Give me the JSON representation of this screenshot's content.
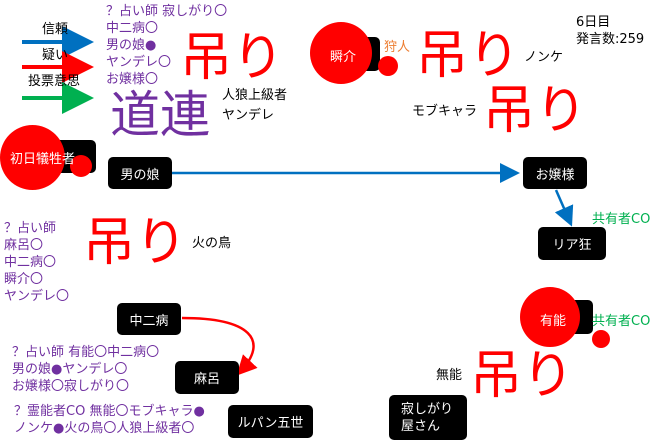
{
  "legend": {
    "trust": "信頼",
    "doubt": "疑い",
    "vote": "投票意思"
  },
  "status": {
    "day": "6日目",
    "posts": "発言数:259"
  },
  "colors": {
    "trust": "#0070c0",
    "doubt": "#ff0000",
    "vote": "#00b050",
    "purple": "#7030a0"
  },
  "nodes": {
    "first_victim": "初日犠牲者",
    "shunsuke": "瞬介",
    "otokonoko": "男の娘",
    "ojousama": "お嬢様",
    "riakyou": "リア狂",
    "chuunibyou": "中二病",
    "maro": "麻呂",
    "yuunou": "有能",
    "lupin": "ルパン五世",
    "sabishigari": "寂しがり\n屋さん"
  },
  "hidden_names": {
    "jinrou": "人狼上級者",
    "yandere": "ヤンデレ",
    "nonke": "ノンケ",
    "mob": "モブキャラ",
    "hinotori": "火の鳥",
    "munou": "無能"
  },
  "role_labels": {
    "hunter": "狩人",
    "shared1": "共有者CO",
    "shared2": "共有者CO"
  },
  "overlays": {
    "hang": "吊り",
    "michizure": "道連"
  },
  "notes": {
    "seer1": "？占い師 寂しがり〇\n中二病〇\n男の娘●\nヤンデレ〇\nお嬢様〇",
    "seer2": "？占い師\n麻呂〇\n中二病〇\n瞬介〇\nヤンデレ〇",
    "seer3": "？占い師 有能〇中二病〇\n男の娘●ヤンデレ〇\nお嬢様〇寂しがり〇",
    "medium": "？霊能者CO 無能〇モブキャラ●\nノンケ●火の鳥〇人狼上級者〇"
  }
}
